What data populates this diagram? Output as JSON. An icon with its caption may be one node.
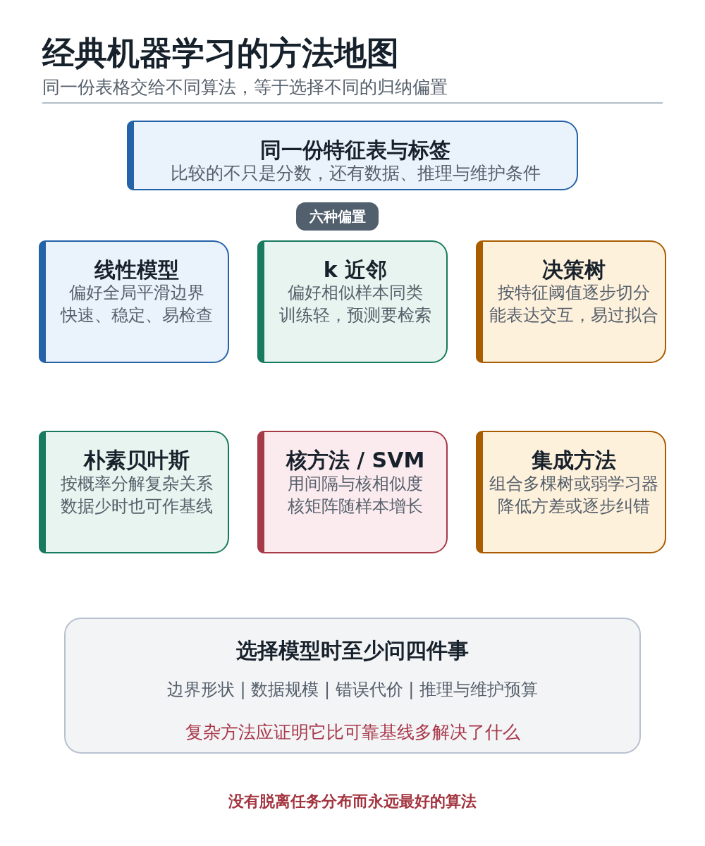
{
  "diagram": {
    "title": "经典机器学习的方法地图",
    "nodes": [
      {
        "text": [
          "同一份特征表与标签",
          "比较的不只是分数，还有数据、推理与维护条件"
        ]
      },
      {
        "text": [
          "六种偏置"
        ]
      },
      {
        "text": [
          "线性模型",
          "偏好全局平滑边界",
          "快速、稳定、易检查"
        ]
      },
      {
        "text": [
          "k 近邻",
          "偏好相似样本同类",
          "训练轻，预测要检索"
        ]
      },
      {
        "text": [
          "决策树",
          "按特征阈值逐步切分",
          "能表达交互，易过拟合"
        ]
      },
      {
        "text": [
          "朴素贝叶斯",
          "按概率分解复杂关系",
          "数据少时也可作基线"
        ]
      },
      {
        "text": [
          "核方法 / SVM",
          "用间隔与核相似度",
          "核矩阵随样本增长"
        ]
      },
      {
        "text": [
          "集成方法",
          "组合多棵树或弱学习器",
          "降低方差或逐步纠错"
        ]
      },
      {
        "text": [
          "选择模型时至少问四件事",
          "边界形状 | 数据规模 | 错误代价 | 推理与维护预算",
          "复杂方法应证明它比可靠基线多解决了什么"
        ]
      }
    ],
    "labels": [
      "同一份表格交给不同算法，等于选择不同的归纳偏置",
      "没有脱离任务分布而永远最好的算法"
    ]
  }
}
